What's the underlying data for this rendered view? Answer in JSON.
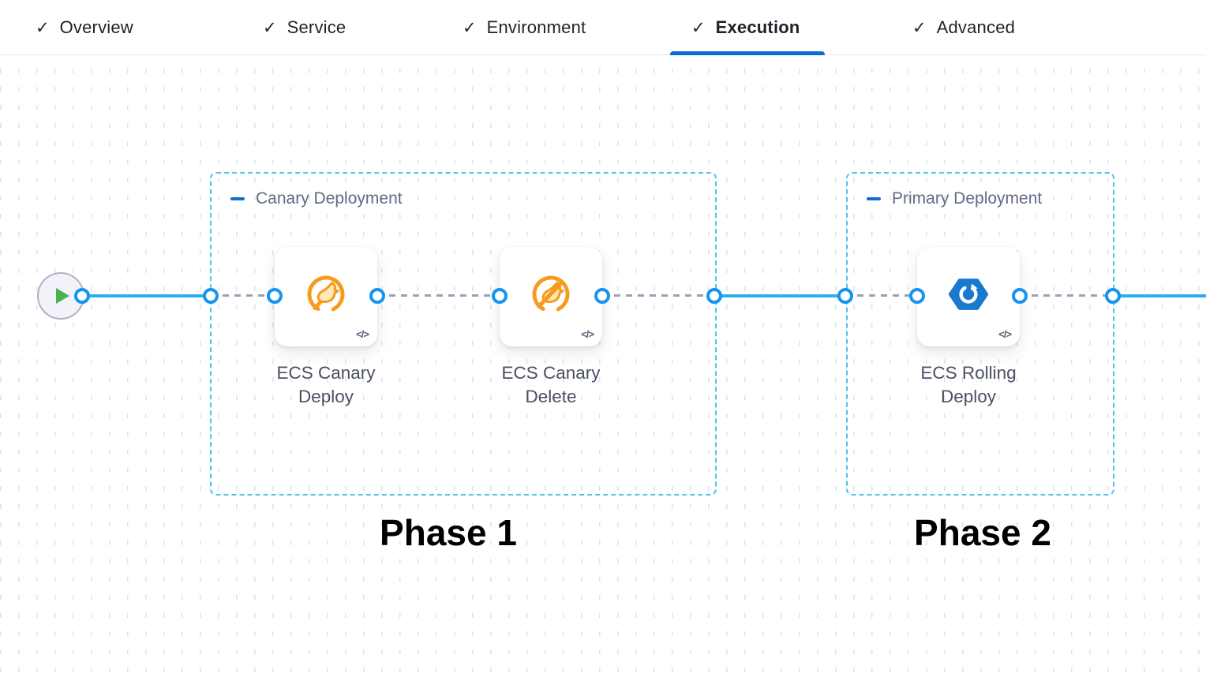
{
  "header": {
    "tabs": [
      {
        "label": "Overview",
        "state": "completed",
        "active": false
      },
      {
        "label": "Service",
        "state": "completed",
        "active": false
      },
      {
        "label": "Environment",
        "state": "completed",
        "active": false
      },
      {
        "label": "Execution",
        "state": "completed",
        "active": true
      },
      {
        "label": "Advanced",
        "state": "completed",
        "active": false
      }
    ]
  },
  "icons": {
    "check": "✓",
    "code": "</>"
  },
  "pipeline": {
    "start_node": {
      "icon": "play"
    },
    "groups": [
      {
        "title": "Canary Deployment",
        "steps": [
          {
            "name": "ECS Canary Deploy",
            "icon": "canary-deploy-icon"
          },
          {
            "name": "ECS Canary Delete",
            "icon": "canary-delete-icon"
          }
        ]
      },
      {
        "title": "Primary Deployment",
        "steps": [
          {
            "name": "ECS Rolling Deploy",
            "icon": "ecs-rolling-deploy-icon"
          }
        ]
      }
    ],
    "annotations": [
      {
        "text": "Phase 1"
      },
      {
        "text": "Phase 2"
      }
    ]
  },
  "colors": {
    "active_tab_underline": "#0b6fd2",
    "connector_line": "#29adf5",
    "connector_port": "#1795ee",
    "group_border": "#4cc2f1",
    "group_collapse_dash": "#0b6fd2",
    "canary_orange": "#f79b1e",
    "ecs_blue": "#1879cf",
    "play_green": "#4db052",
    "grid_dot": "#d6e4f0",
    "step_label": "#4a4f63",
    "group_label": "#636a85",
    "phase_label": "#000000"
  }
}
